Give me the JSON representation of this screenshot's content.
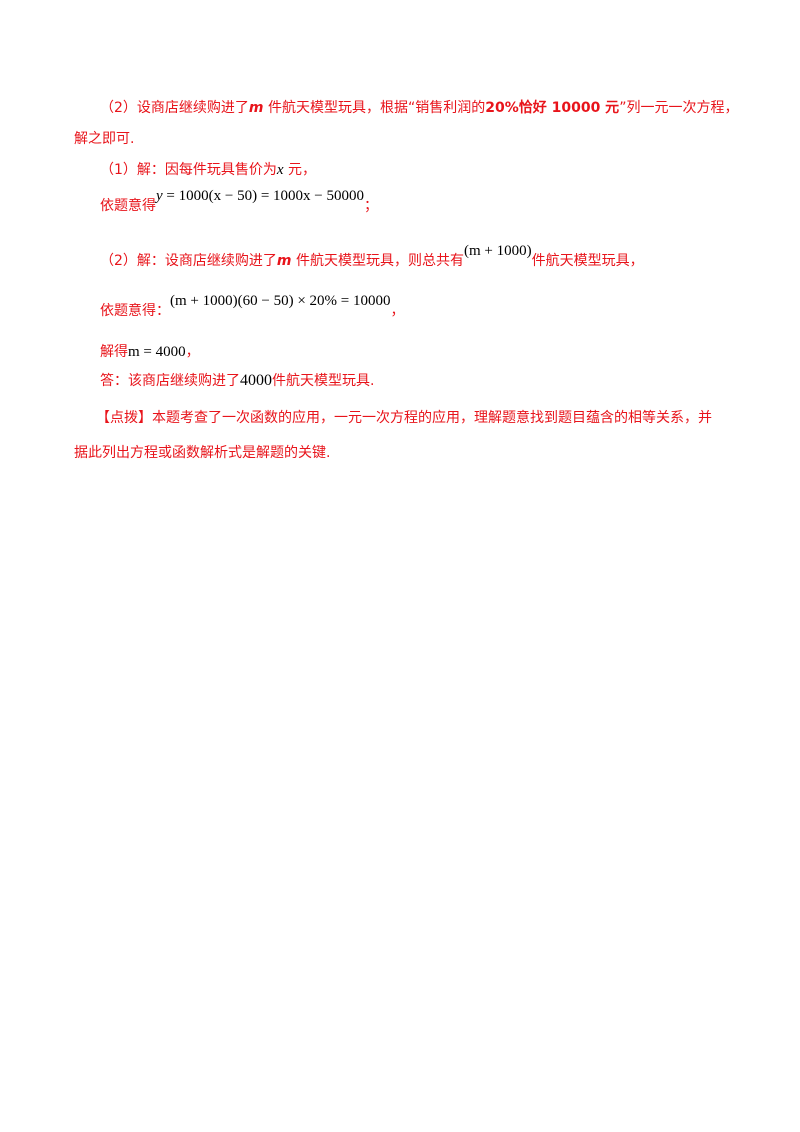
{
  "part2_hint": {
    "prefix": "（2）设商店继续购进了",
    "var": "m",
    "middle": " 件航天模型玩具，根据“销售利润的",
    "bold_text": "20%恰好 10000 元",
    "suffix": "”列一元一次方程，"
  },
  "part2_hint_cont": "解之即可.",
  "sol1": {
    "prefix": "（1）解：因每件玩具售价为",
    "var": "x",
    "suffix": " 元，"
  },
  "sol1_eq": {
    "label": "依题意得",
    "formula_lhs": "y",
    "formula_rhs": " = 1000(x − 50) = 1000x − 50000",
    "end": "；"
  },
  "sol2": {
    "prefix": "（2）解：设商店继续购进了",
    "var": "m",
    "middle": " 件航天模型玩具，则总共有",
    "formula": "(m + 1000)",
    "suffix": "件航天模型玩具，"
  },
  "sol2_eq": {
    "label": "依题意得：",
    "formula": "(m + 1000)(60 − 50) × 20% = 10000",
    "end": "，"
  },
  "sol2_result": {
    "label": "解得",
    "formula": "m = 4000",
    "end": "，"
  },
  "answer": {
    "prefix": "答：该商店继续购进了",
    "value": "4000",
    "suffix": "件航天模型玩具."
  },
  "comment": {
    "tag": "【点拨】",
    "text": "本题考查了一次函数的应用，一元一次方程的应用，理解题意找到题目蕴含的相等关系，并",
    "text_cont": "据此列出方程或函数解析式是解题的关键."
  }
}
